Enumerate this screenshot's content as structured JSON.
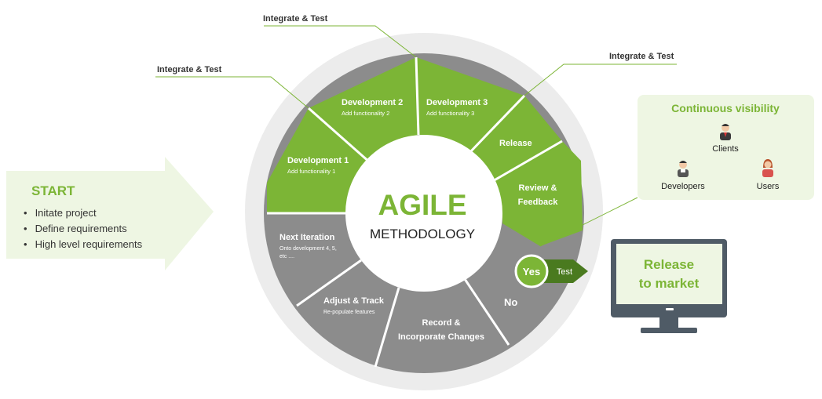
{
  "start": {
    "title": "START",
    "items": [
      "Initate project",
      "Define requirements",
      "High level requirements"
    ]
  },
  "center": {
    "title": "AGILE",
    "subtitle": "METHODOLOGY"
  },
  "callouts": {
    "integrate_left": "Integrate & Test",
    "integrate_top": "Integrate & Test",
    "integrate_right": "Integrate & Test"
  },
  "segments": {
    "dev1": {
      "title": "Development 1",
      "sub": "Add functionality 1"
    },
    "dev2": {
      "title": "Development 2",
      "sub": "Add functionality 2"
    },
    "dev3": {
      "title": "Development 3",
      "sub": "Add functionality 3"
    },
    "release": {
      "title": "Release"
    },
    "review": {
      "line1": "Review &",
      "line2": "Feedback"
    },
    "no": {
      "title": "No"
    },
    "record": {
      "line1": "Record &",
      "line2": "Incorporate Changes"
    },
    "adjust": {
      "title": "Adjust & Track",
      "sub": "Re-populate features"
    },
    "next": {
      "title": "Next Iteration",
      "sub1": "Onto development 4, 5,",
      "sub2": "etc ...."
    }
  },
  "test": {
    "yes": "Yes",
    "label": "Test"
  },
  "visibility": {
    "title": "Continuous visibility",
    "clients": "Clients",
    "developers": "Developers",
    "users": "Users"
  },
  "monitor": {
    "line1": "Release",
    "line2": "to market"
  },
  "colors": {
    "green": "#7cb536",
    "dark_green": "#4a7a1f",
    "gray": "#8c8c8c",
    "ring": "#ececec",
    "light_green": "#eef6e3"
  }
}
